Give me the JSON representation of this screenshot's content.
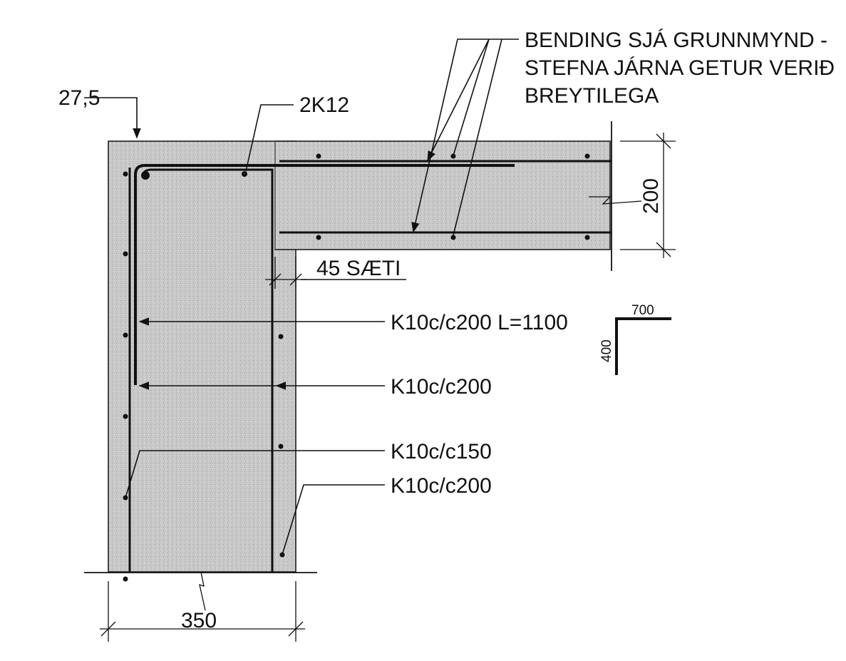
{
  "labels": {
    "cover_top": "27,5",
    "bar_corner": "2K12",
    "note_line1": "BENDING SJÁ GRUNNMYND -",
    "note_line2": "STEFNA JÁRNA GETUR VERIÐ",
    "note_line3": "BREYTILEGA",
    "slab_thickness": "200",
    "joint": "45 SÆTI",
    "bar_L": "K10c/c200 L=1100",
    "bar_vertical_a": "K10c/c200",
    "bar_stirrup": "K10c/c150",
    "bar_vertical_b": "K10c/c200",
    "wall_width": "350",
    "bend_leg_horizontal": "700",
    "bend_leg_vertical": "400"
  },
  "colors": {
    "concrete": "#c9c9c9",
    "line": "#111111",
    "background": "#ffffff"
  }
}
